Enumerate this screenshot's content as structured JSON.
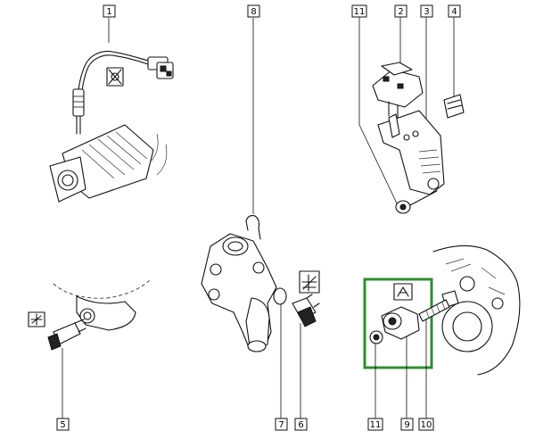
{
  "callouts": [
    {
      "id": "c1",
      "label": "1"
    },
    {
      "id": "c2",
      "label": "2"
    },
    {
      "id": "c3",
      "label": "3"
    },
    {
      "id": "c4",
      "label": "4"
    },
    {
      "id": "c5",
      "label": "5"
    },
    {
      "id": "c6",
      "label": "6"
    },
    {
      "id": "c7",
      "label": "7"
    },
    {
      "id": "c8",
      "label": "8"
    },
    {
      "id": "c9",
      "label": "9"
    },
    {
      "id": "c10",
      "label": "10"
    },
    {
      "id": "c11a",
      "label": "11"
    },
    {
      "id": "c11b",
      "label": "11"
    }
  ],
  "colors": {
    "highlight_box": "#2f8f2f",
    "line": "#111111",
    "background": "#ffffff"
  },
  "icons": [
    "oxygen-sensor-symbol-icon",
    "coolant-temperature-symbol-icon",
    "knock-sensor-symbol-icon"
  ]
}
